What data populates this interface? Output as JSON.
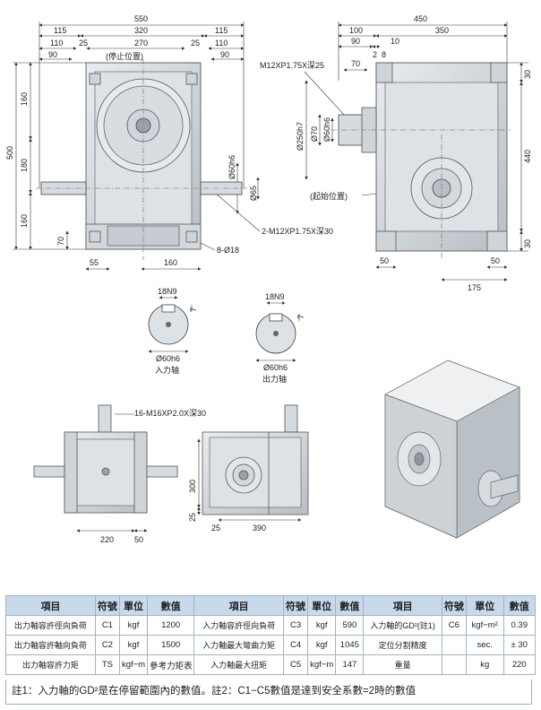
{
  "top_front": {
    "dims_top": [
      "550",
      "115",
      "320",
      "115",
      "110",
      "25",
      "270",
      "25",
      "110",
      "90",
      "90"
    ],
    "dims_left": [
      "500",
      "160",
      "180",
      "160",
      "70"
    ],
    "dims_bottom": [
      "55",
      "160"
    ],
    "labels": [
      "(停止位置)",
      "Ø60h6",
      "Ø65",
      "2-M12XP1.75X深30",
      "8-Ø18"
    ]
  },
  "top_side": {
    "dims_top": [
      "450",
      "100",
      "350",
      "90",
      "10",
      "70",
      "2",
      "8"
    ],
    "dims_right": [
      "30",
      "440",
      "30"
    ],
    "dims_bottom": [
      "50",
      "50",
      "175"
    ],
    "labels": [
      "M12XP1.75X深25",
      "Ø250h7",
      "Ø70",
      "Ø60h6",
      "(起始位置)"
    ]
  },
  "shafts": {
    "input": {
      "keyway": "18N9",
      "depth": "7",
      "dia": "Ø60h6",
      "caption": "入力轴"
    },
    "output": {
      "keyway": "18N9",
      "depth": "7",
      "dia": "Ø60h6",
      "caption": "出力轴"
    }
  },
  "mount_views": {
    "left_label": "16-M16XP2.0X深30",
    "left_dims": [
      "220",
      "50"
    ],
    "right_dims": [
      "300",
      "25",
      "25",
      "390"
    ]
  },
  "table": {
    "headers": [
      "項目",
      "符號",
      "單位",
      "數值",
      "項目",
      "符號",
      "單位",
      "數值",
      "項目",
      "符號",
      "單位",
      "數值"
    ],
    "rows": [
      [
        "出力軸容許徑向負荷",
        "C1",
        "kgf",
        "1200",
        "入力軸容許徑向負荷",
        "C3",
        "kgf",
        "590",
        "入力軸的GD²(註1)",
        "C6",
        "kgf−m²",
        "0.39"
      ],
      [
        "出力軸容許軸向負荷",
        "C2",
        "kgf",
        "1500",
        "入力軸最大彎曲力矩",
        "C4",
        "kgf",
        "1045",
        "定位分割精度",
        "",
        "sec.",
        "± 30"
      ],
      [
        "出力軸容許力矩",
        "TS",
        "kgf−m",
        "參考力矩表",
        "入力軸最大扭矩",
        "C5",
        "kgf−m",
        "147",
        "重量",
        "",
        "kg",
        "220"
      ]
    ],
    "note": "註1：入力軸的GD²是在停留範圍內的數值。註2：C1−C5數值是達到安全系數=2時的數值"
  }
}
